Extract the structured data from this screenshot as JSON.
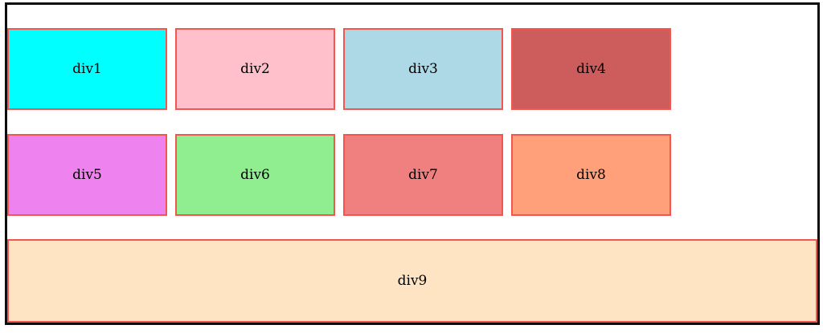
{
  "frame": {
    "border_color": "#0d0d0d",
    "background": "#ffffff"
  },
  "boxes": {
    "border_color": "#f3564e",
    "text_color": "#000000",
    "row1": [
      {
        "label": "div1",
        "fill": "#00ffff"
      },
      {
        "label": "div2",
        "fill": "#ffc0cb"
      },
      {
        "label": "div3",
        "fill": "#add8e6"
      },
      {
        "label": "div4",
        "fill": "#cd5c5c"
      }
    ],
    "row2": [
      {
        "label": "div5",
        "fill": "#ee82ee"
      },
      {
        "label": "div6",
        "fill": "#90ee90"
      },
      {
        "label": "div7",
        "fill": "#f08080"
      },
      {
        "label": "div8",
        "fill": "#ffa07a"
      }
    ],
    "banner": {
      "label": "div9",
      "fill": "#ffe4c4"
    }
  }
}
